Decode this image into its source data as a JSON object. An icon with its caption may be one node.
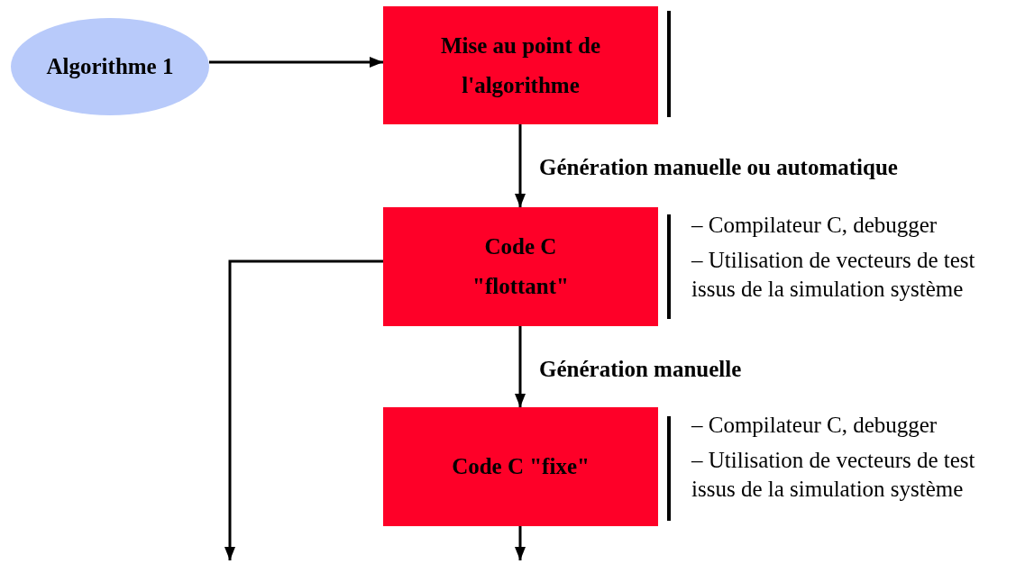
{
  "diagram": {
    "nodes": [
      {
        "text": [
          "Algorithme 1"
        ]
      },
      {
        "text": [
          "Mise au point de l'algorithme"
        ]
      },
      {
        "text": [
          "Code C \"flottant\""
        ],
        "beside": [
          "– Compilateur C, debugger",
          "– Utilisation de vecteurs de test issus de la simulation système"
        ]
      },
      {
        "text": [
          "Code C \"fixe\""
        ],
        "beside": [
          "– Compilateur C, debugger",
          "– Utilisation de vecteurs de test issus de la simulation système"
        ]
      }
    ],
    "edges": [
      {
        "from": 0,
        "to": 1,
        "arrow": "to"
      },
      {
        "from": 1,
        "to": 2,
        "arrow": "to",
        "label": "Génération manuelle ou automatique"
      },
      {
        "from": 2,
        "to": 3,
        "arrow": "to",
        "label": "Génération manuelle"
      },
      {
        "from": 3,
        "to": null,
        "arrow": "to"
      },
      {
        "from": 2,
        "to": null,
        "arrow": "to"
      }
    ]
  }
}
